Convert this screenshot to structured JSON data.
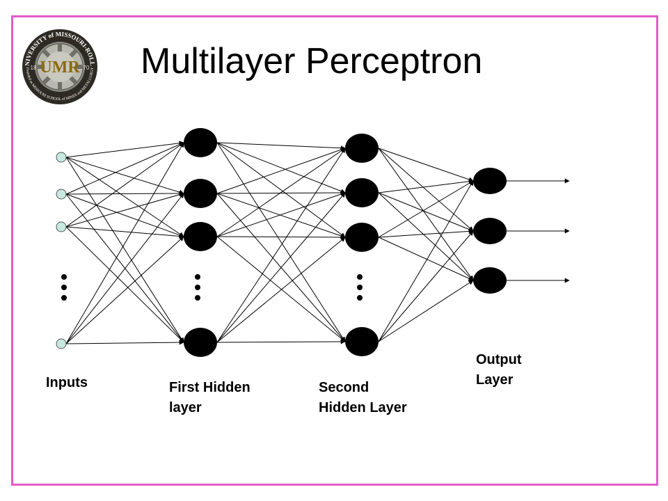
{
  "title": "Multilayer Perceptron",
  "logo": {
    "ring_text": "UNIVERSITY of MISSOURI-ROLLA",
    "bottom_text": "Founded as MISSOURI SCHOOL of MINES and METALLURGY",
    "monogram": "UMR",
    "year_left": "18",
    "year_right": "70"
  },
  "labels": {
    "inputs": "Inputs",
    "first_hidden_line1": "First Hidden",
    "first_hidden_line2": "layer",
    "second_hidden_line1": "Second",
    "second_hidden_line2": "Hidden Layer",
    "output_line1": "Output",
    "output_line2": "Layer"
  },
  "colors": {
    "border": "#e45bc8",
    "input_node": "#c8e8e2",
    "neuron": "#000000"
  }
}
